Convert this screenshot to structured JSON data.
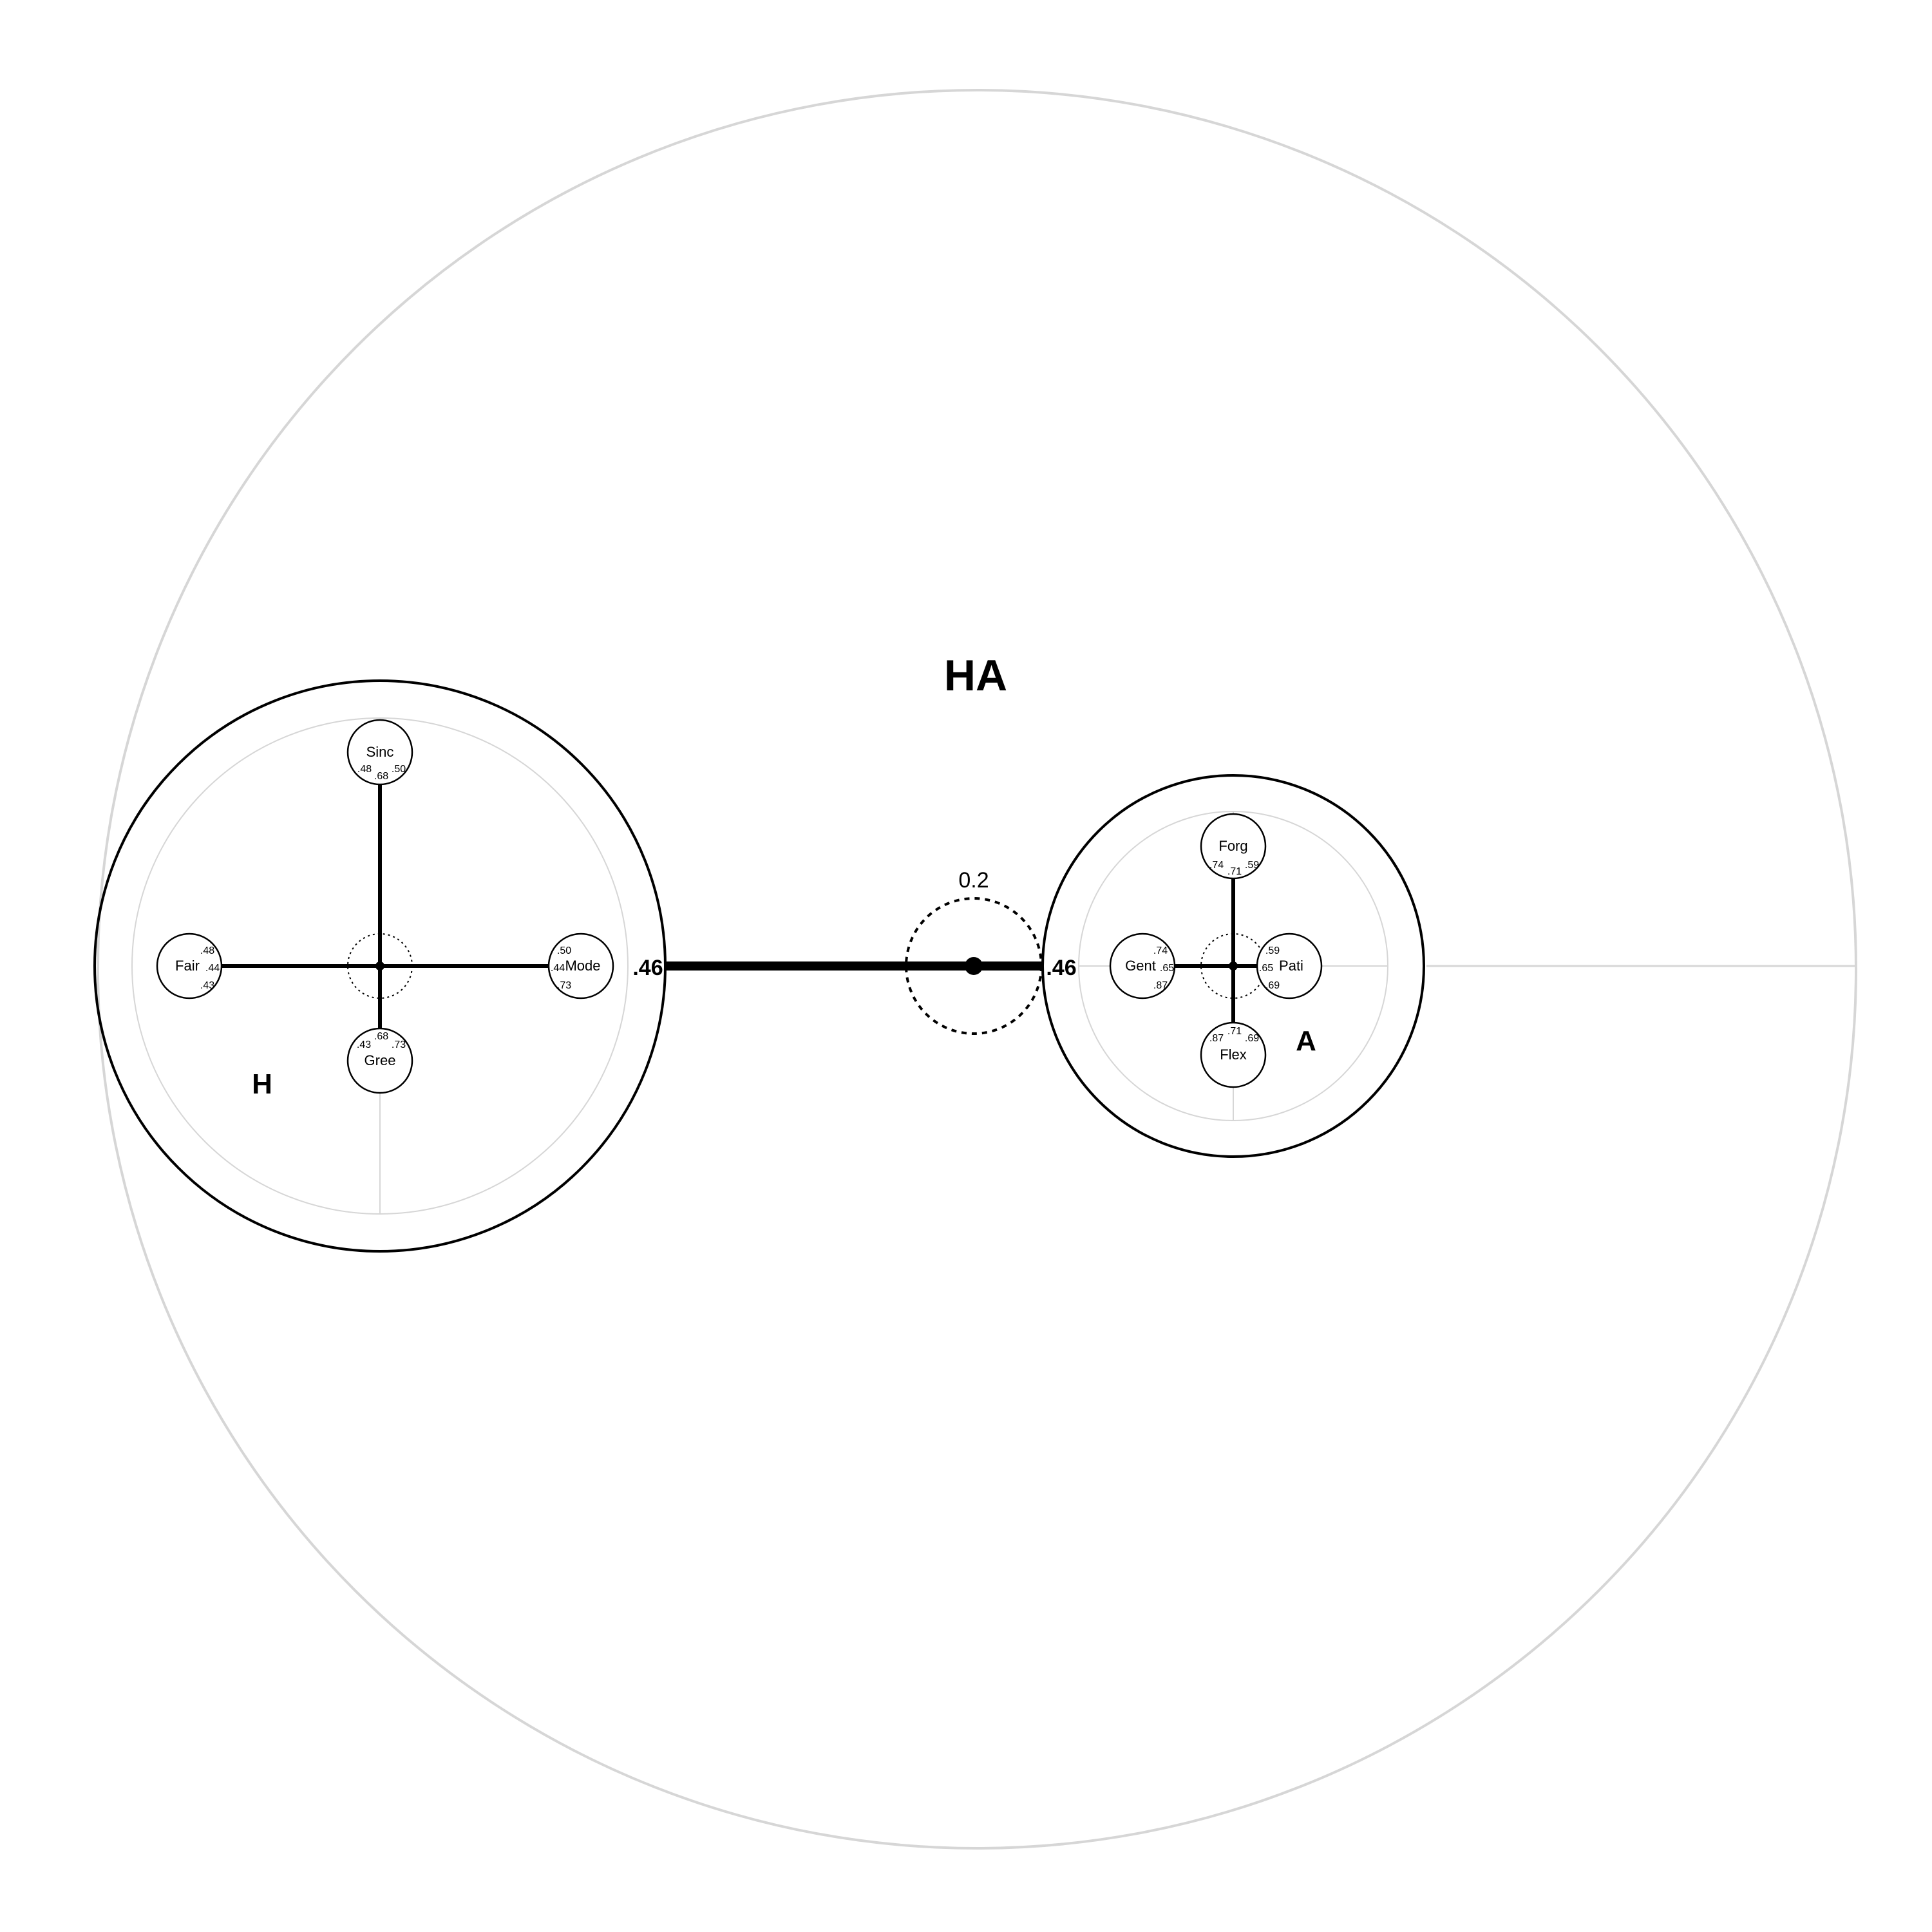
{
  "title": "HA",
  "center_value": "0.2",
  "link": {
    "left_loading": ".46",
    "right_loading": ".46"
  },
  "factors": {
    "h": {
      "label": "H",
      "facets": {
        "top": {
          "name": "Sinc",
          "loadings": [
            ".48",
            ".68",
            ".50"
          ]
        },
        "left": {
          "name": "Fair",
          "loadings": [
            ".48",
            ".44",
            ".43"
          ]
        },
        "right": {
          "name": "Mode",
          "loadings": [
            ".50",
            ".44",
            ".73"
          ]
        },
        "bottom": {
          "name": "Gree",
          "loadings": [
            ".43",
            ".68",
            ".73"
          ]
        }
      }
    },
    "a": {
      "label": "A",
      "facets": {
        "top": {
          "name": "Forg",
          "loadings": [
            ".74",
            ".71",
            ".59"
          ]
        },
        "left": {
          "name": "Gent",
          "loadings": [
            ".74",
            ".65",
            ".87"
          ]
        },
        "right": {
          "name": "Pati",
          "loadings": [
            ".59",
            ".65",
            ".69"
          ]
        },
        "bottom": {
          "name": "Flex",
          "loadings": [
            ".87",
            ".71",
            ".69"
          ]
        }
      }
    }
  }
}
